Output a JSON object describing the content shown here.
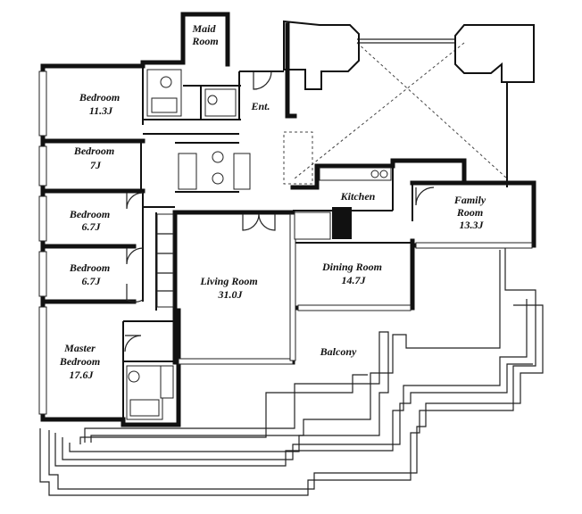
{
  "rooms": {
    "maid_room": [
      "Maid",
      "Room"
    ],
    "bedroom_1": [
      "Bedroom",
      "11.3J"
    ],
    "entrance": "Ent.",
    "bedroom_2": [
      "Bedroom",
      "7J"
    ],
    "kitchen": "Kitchen",
    "family_room": [
      "Family",
      "Room",
      "13.3J"
    ],
    "bedroom_3": [
      "Bedroom",
      "6.7J"
    ],
    "bedroom_4": [
      "Bedroom",
      "6.7J"
    ],
    "living_room": [
      "Living Room",
      "31.0J"
    ],
    "dining_room": [
      "Dining Room",
      "14.7J"
    ],
    "master_bedroom": [
      "Master",
      "Bedroom",
      "17.6J"
    ],
    "balcony": "Balcony"
  },
  "colors": {
    "wall": "#111111",
    "background": "#ffffff"
  }
}
